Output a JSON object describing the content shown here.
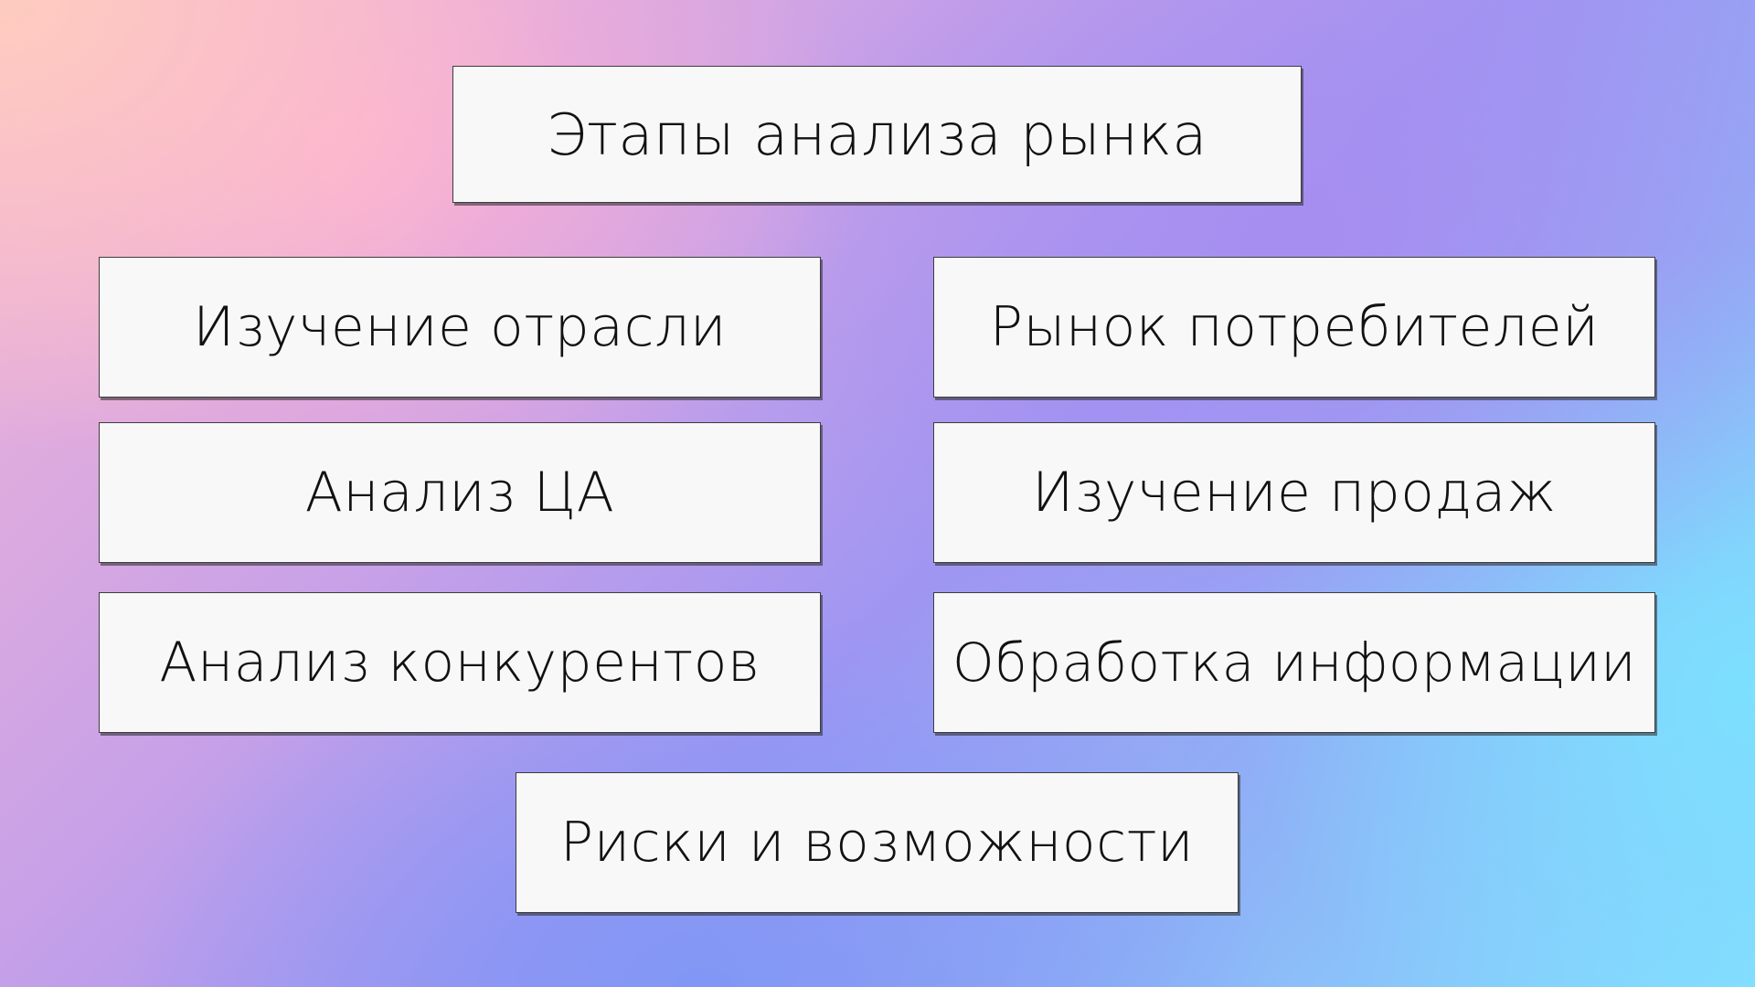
{
  "title": "Этапы анализа рынка",
  "steps": [
    "Изучение отрасли",
    "Рынок потребителей",
    "Анализ ЦА",
    "Изучение продаж",
    "Анализ конкурентов",
    "Обработка информации",
    "Риски и возможности"
  ]
}
